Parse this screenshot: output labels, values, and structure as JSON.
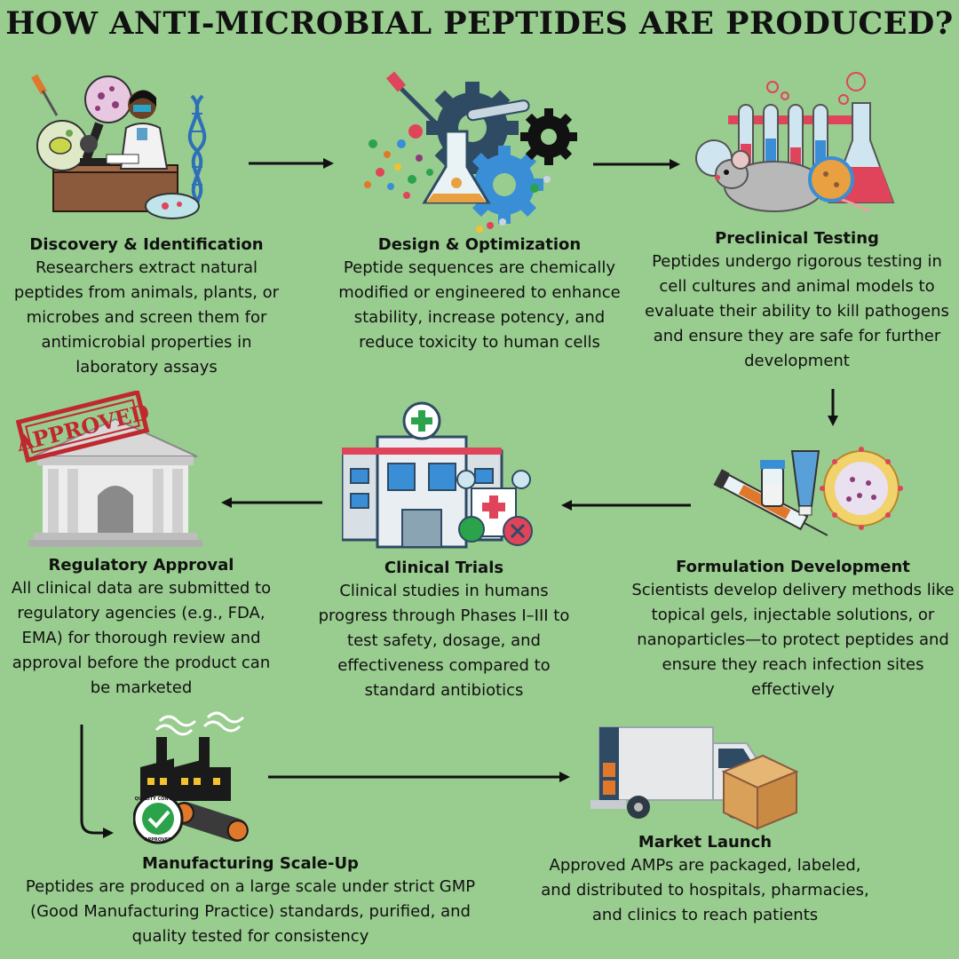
{
  "title": "HOW ANTI-MICROBIAL PEPTIDES ARE PRODUCED?",
  "steps": [
    {
      "title": "Discovery & Identification",
      "desc": "Researchers extract natural peptides from animals, plants, or microbes and screen them for antimicrobial properties in laboratory assays",
      "icon": "researcher-microscope-icon"
    },
    {
      "title": "Design & Optimization",
      "desc": "Peptide sequences are chemically modified or engineered to enhance stability, increase potency, and reduce toxicity to human cells",
      "icon": "lab-gears-icon"
    },
    {
      "title": "Preclinical Testing",
      "desc": "Peptides undergo rigorous testing in cell cultures and animal models to evaluate their ability to kill pathogens and ensure they are safe for further development",
      "icon": "lab-mouse-icon"
    },
    {
      "title": "Formulation Development",
      "desc": "Scientists develop delivery methods like topical gels, injectable solutions, or nanoparticles—to protect peptides and ensure they reach infection sites effectively",
      "icon": "syringe-nanoparticle-icon"
    },
    {
      "title": "Clinical Trials",
      "desc": "Clinical studies in humans progress through Phases I–III to test safety, dosage, and effectiveness compared to standard antibiotics",
      "icon": "hospital-icon"
    },
    {
      "title": "Regulatory Approval",
      "desc": "All clinical data are submitted to regulatory agencies (e.g., FDA, EMA) for thorough review and approval before the product can be marketed",
      "icon": "approved-building-icon",
      "stamp": "APPROVED"
    },
    {
      "title": "Manufacturing Scale-Up",
      "desc": "Peptides are produced on a large scale under strict GMP (Good Manufacturing Practice) standards, purified, and quality tested for consistency",
      "icon": "factory-icon",
      "badge_top": "QUALITY CONTROL",
      "badge_bottom": "APPROVED"
    },
    {
      "title": "Market Launch",
      "desc": "Approved AMPs are packaged, labeled, and distributed to hospitals, pharmacies, and clinics to reach patients",
      "icon": "delivery-truck-icon"
    }
  ]
}
